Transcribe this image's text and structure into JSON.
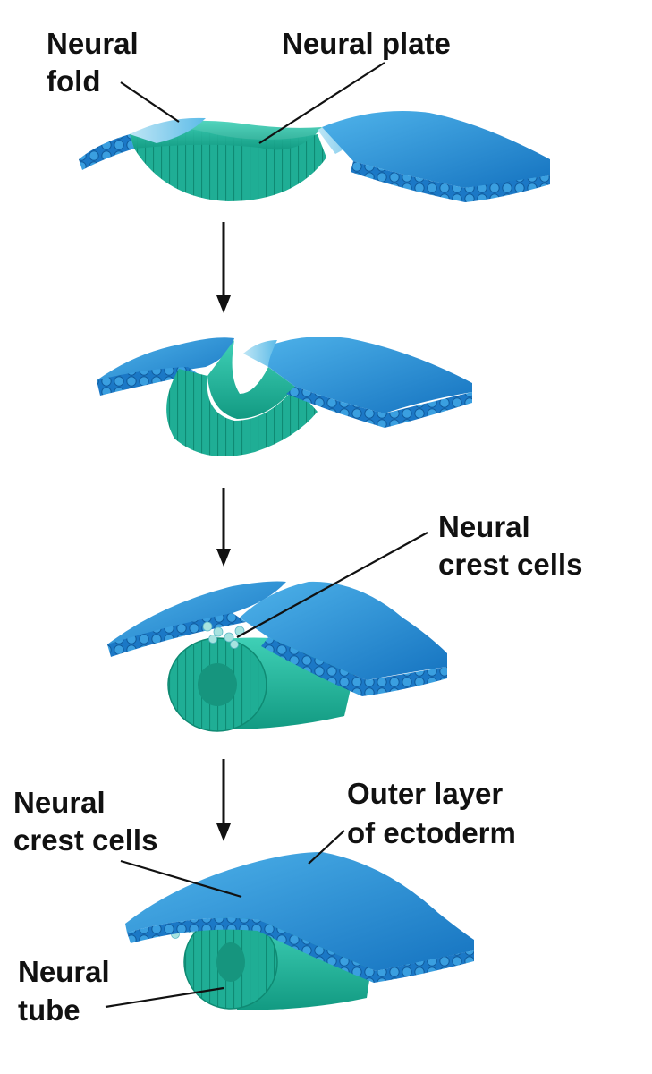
{
  "labels": {
    "neural_fold": [
      "Neural",
      "fold"
    ],
    "neural_plate": "Neural plate",
    "crest_cells_stage3": [
      "Neural",
      "crest cells"
    ],
    "crest_cells_stage4": [
      "Neural",
      "crest cells"
    ],
    "outer_layer": [
      "Outer layer",
      "of ectoderm"
    ],
    "neural_tube": [
      "Neural",
      "tube"
    ]
  },
  "colors": {
    "ectoderm": "#1e8fd6",
    "ectoderm_dark": "#1664a8",
    "neural_tissue": "#2cc0a8",
    "neural_tissue_dark": "#15977f",
    "text": "#111111"
  }
}
